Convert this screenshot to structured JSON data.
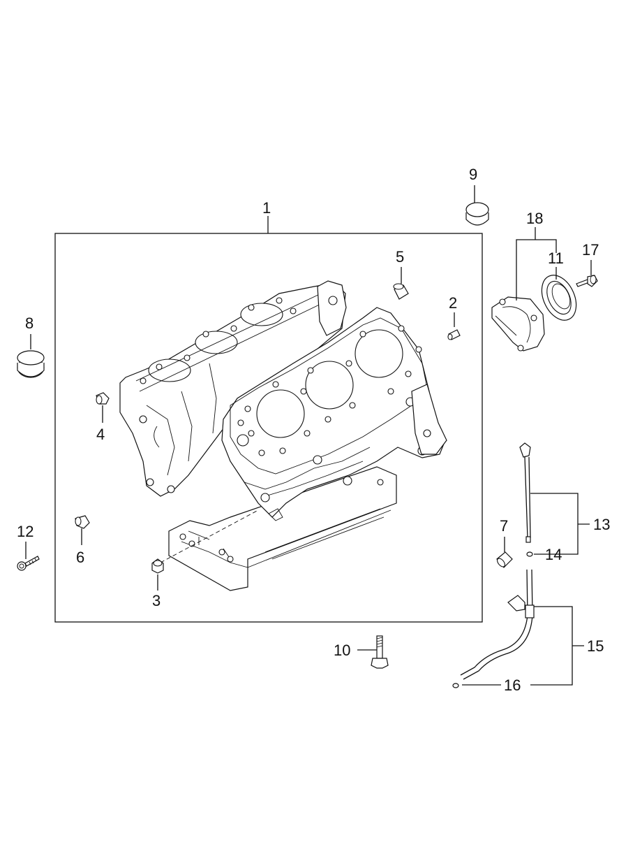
{
  "callouts": {
    "c1": "1",
    "c2": "2",
    "c3": "3",
    "c4": "4",
    "c5": "5",
    "c6": "6",
    "c7": "7",
    "c8": "8",
    "c9": "9",
    "c10": "10",
    "c11": "11",
    "c12": "12",
    "c13": "13",
    "c14": "14",
    "c15": "15",
    "c16": "16",
    "c17": "17",
    "c18": "18"
  },
  "parts": {
    "engine_block": "engine-block-icon",
    "dowel_pin": "dowel-pin-icon",
    "plug": "plug-icon",
    "bolt": "bolt-icon",
    "oil_seal": "oil-seal-icon",
    "seal_case": "seal-case-icon",
    "dipstick": "dipstick-icon",
    "guide_tube": "dipstick-guide-tube-icon",
    "o_ring": "o-ring-icon"
  },
  "colors": {
    "line": "#111111",
    "background": "#ffffff"
  }
}
